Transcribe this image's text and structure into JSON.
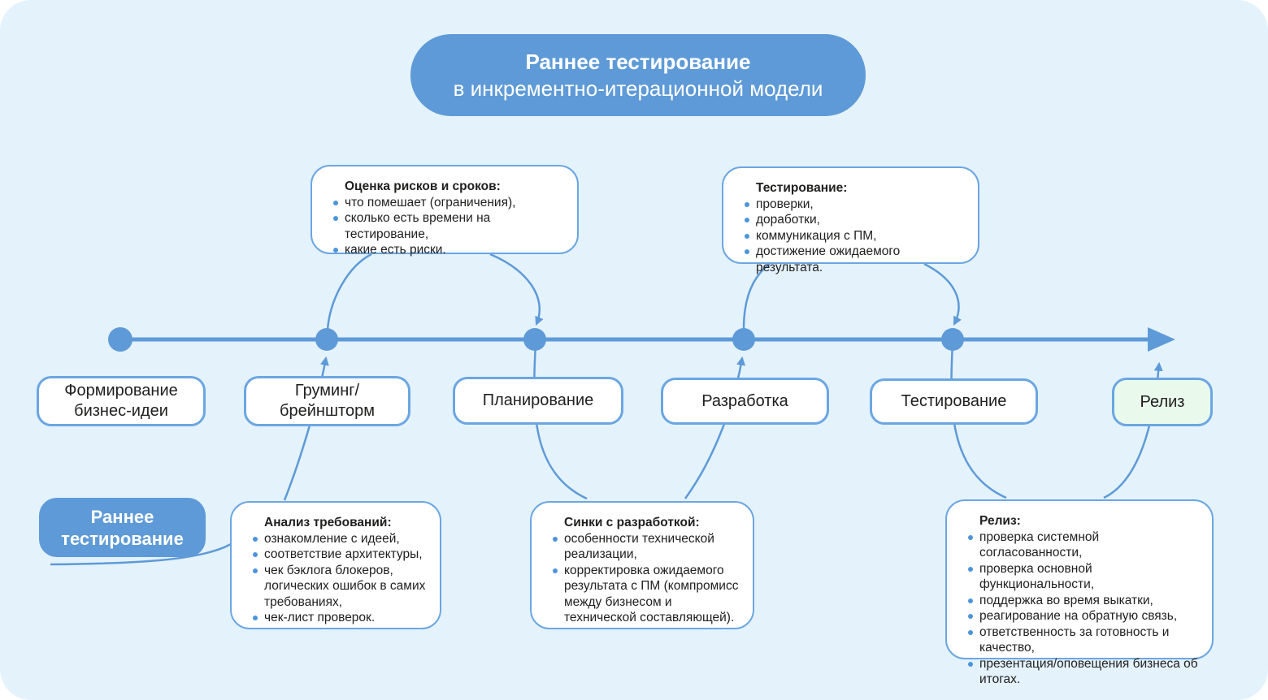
{
  "theme": {
    "bg": "#e4f2fc",
    "accent": "#5e9ad7",
    "box_border": "#6ba6e2",
    "bullet": "#4d94da",
    "text": "#21201f",
    "release_bg": "#e9f9ec"
  },
  "title": {
    "line1": "Раннее тестирование",
    "line2": "в инкрементно-итерационной модели"
  },
  "stages": [
    {
      "label": "Формирование\nбизнес-идеи"
    },
    {
      "label": "Груминг/\nбрейншторм"
    },
    {
      "label": "Планирование"
    },
    {
      "label": "Разработка"
    },
    {
      "label": "Тестирование"
    },
    {
      "label": "Релиз"
    }
  ],
  "top_callouts": [
    {
      "header": "Оценка рисков и сроков:",
      "bullets": [
        "что помешает (ограничения),",
        "сколько есть времени на тестирование,",
        "какие есть риски."
      ]
    },
    {
      "header": "Тестирование:",
      "bullets": [
        "проверки,",
        "доработки,",
        "коммуникация с ПМ,",
        "достижение ожидаемого результата."
      ]
    }
  ],
  "bottom_callouts": [
    {
      "header": "Анализ требований:",
      "bullets": [
        "ознакомление с идеей,",
        "соответствие архитектуры,",
        "чек бэклога блокеров, логических ошибок в самих требованиях,",
        "чек-лист проверок."
      ]
    },
    {
      "header": "Синки с разработкой:",
      "bullets": [
        "особенности технической реализации,",
        "корректировка ожидаемого результата с ПМ (компромисс между бизнесом и технической составляющей)."
      ]
    },
    {
      "header": "Релиз:",
      "bullets": [
        "проверка системной согласованности,",
        "проверка основной функциональности,",
        "поддержка во время выкатки,",
        "реагирование на обратную связь,",
        "ответственность за готовность и качество,",
        "презентация/оповещения бизнеса об итогах."
      ]
    }
  ],
  "side_label": {
    "text": "Раннее\nтестирование"
  }
}
